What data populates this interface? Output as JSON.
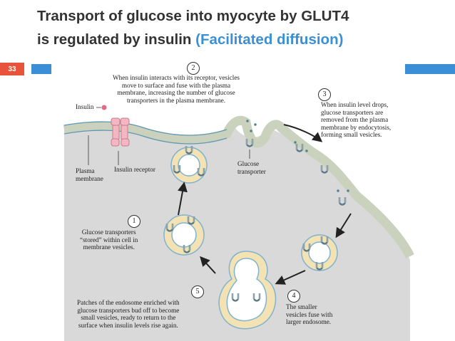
{
  "slide": {
    "title_line1": "Transport of glucose into myocyte by GLUT4",
    "title_line2": "is regulated by insulin ",
    "title_highlight": "(Facilitated diffusion)",
    "slide_number": "33",
    "accent_color": "#3a8fd6",
    "badge_color": "#e8533b"
  },
  "diagram": {
    "labels": {
      "insulin": "Insulin",
      "insulin_receptor": "Insulin receptor",
      "plasma_membrane": "Plasma\nmembrane",
      "glucose_transporter": "Glucose\ntransporter"
    },
    "steps": [
      {
        "num": "1",
        "text": "Glucose transporters\n“stored” within cell in\nmembrane vesicles."
      },
      {
        "num": "2",
        "text": "When insulin interacts with its receptor, vesicles\nmove to surface and fuse with the plasma\nmembrane, increasing the number of glucose\ntransporters in the plasma membrane."
      },
      {
        "num": "3",
        "text": "When insulin level drops,\nglucose transporters are\nremoved from the plasma\nmembrane by endocytosis,\nforming small vesicles."
      },
      {
        "num": "4",
        "text": "The smaller\nvesicles fuse with\nlarger endosome."
      },
      {
        "num": "5",
        "text": "Patches of the endosome enriched with\nglucose transporters bud off to become\nsmall vesicles, ready to return to the\nsurface when insulin levels rise again."
      }
    ]
  }
}
